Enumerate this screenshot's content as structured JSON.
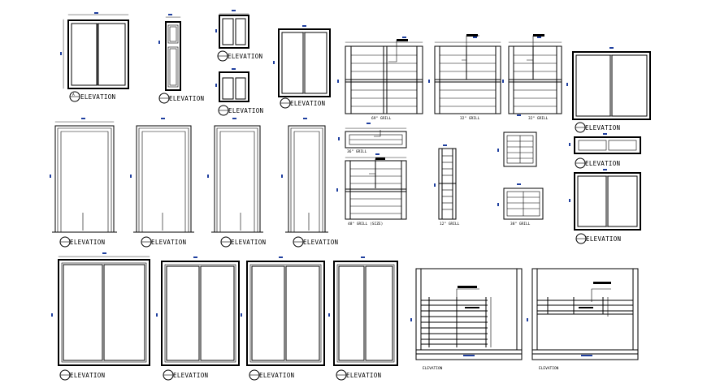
{
  "drawing": {
    "elevation_label": "ELEVATION",
    "grill_labels": [
      "69\" GRILL",
      "32\" GRILL",
      "32\" GRILL",
      "36\" GRILL",
      "48\" GRILL (SIZE)",
      "12\" GRILL",
      "38\" GRILL"
    ]
  }
}
